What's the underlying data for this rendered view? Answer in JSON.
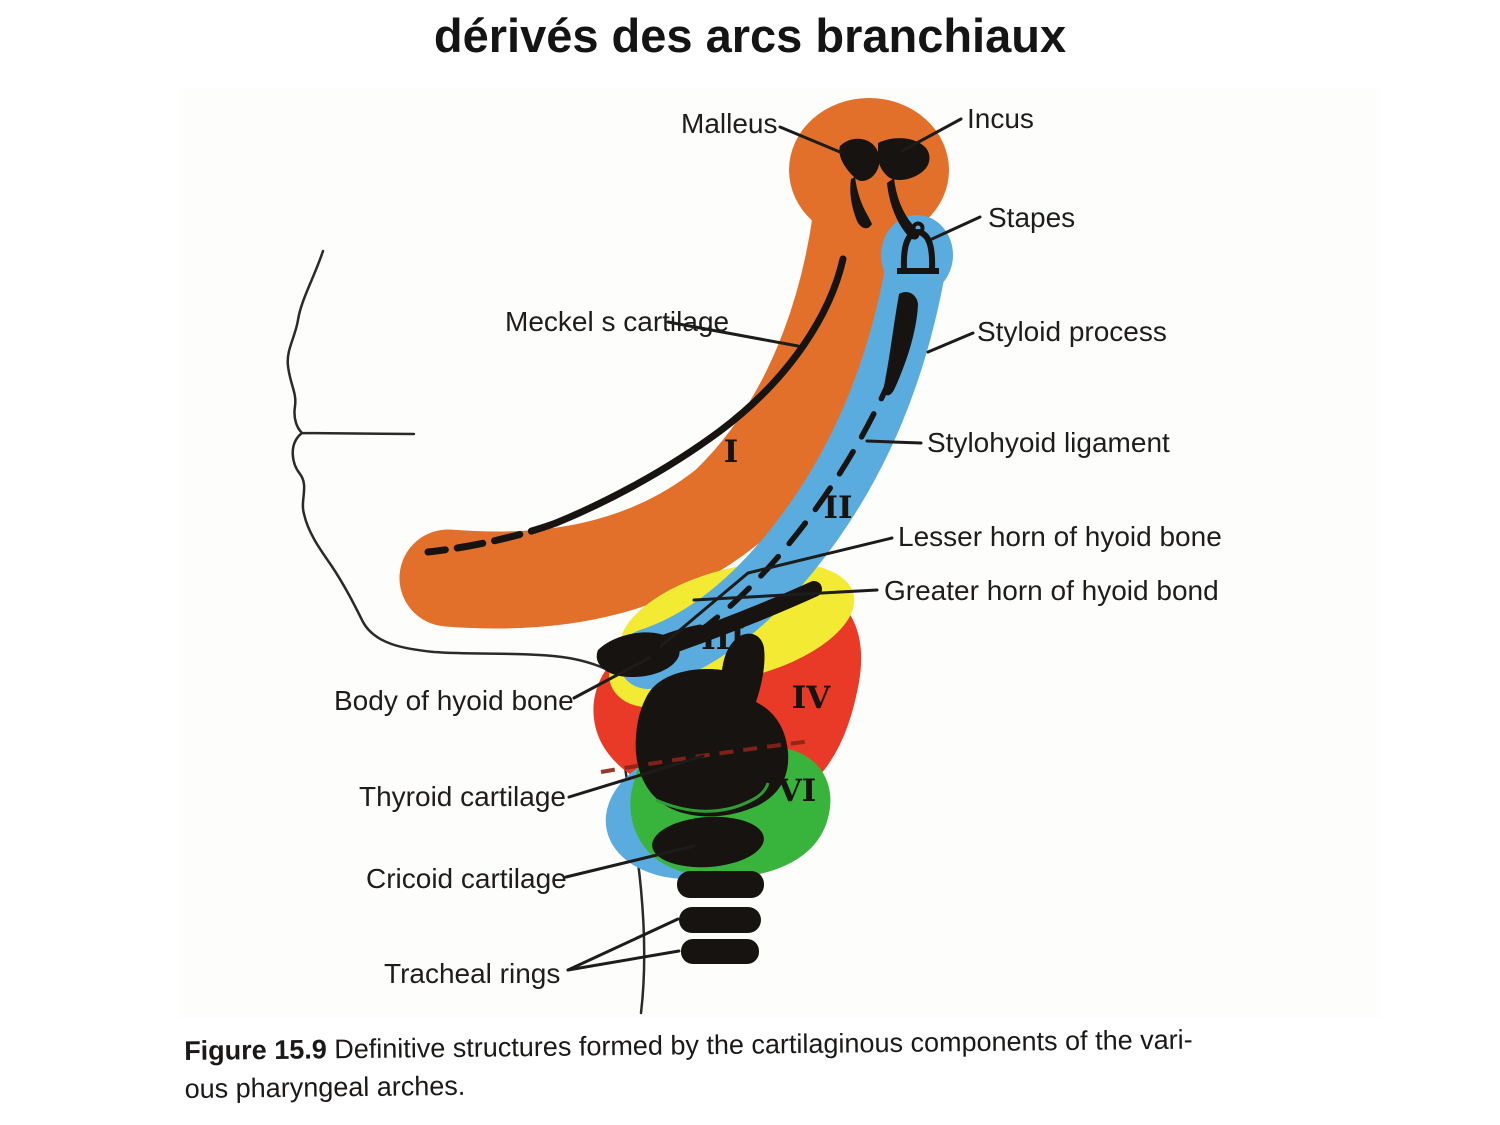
{
  "title": "dérivés des arcs branchiaux",
  "figure": {
    "labels": {
      "malleus": "Malleus",
      "incus": "Incus",
      "stapes": "Stapes",
      "meckel": "Meckel s cartilage",
      "styloid": "Styloid process",
      "stylohyoid": "Stylohyoid ligament",
      "lesser_horn": "Lesser horn of hyoid bone",
      "greater_horn": "Greater horn of hyoid bond",
      "body_hyoid": "Body of hyoid bone",
      "thyroid": "Thyroid cartilage",
      "cricoid": "Cricoid cartilage",
      "tracheal": "Tracheal rings"
    },
    "numerals": {
      "arch1": "I",
      "arch2": "II",
      "arch3": "III",
      "arch4": "IV",
      "arch6": "VI"
    },
    "colors": {
      "arch1_orange": "#e2702a",
      "arch2_blue": "#5aabde",
      "arch3_yellow": "#f2ea33",
      "arch4_red": "#e83a26",
      "arch6_green": "#38b43c",
      "structure_black": "#171310",
      "outline": "#2a2a2a"
    }
  },
  "caption": {
    "figure_label": "Figure 15.9",
    "line1": " Definitive structures formed by the cartilaginous components of the vari-",
    "line2": "ous pharyngeal arches."
  }
}
